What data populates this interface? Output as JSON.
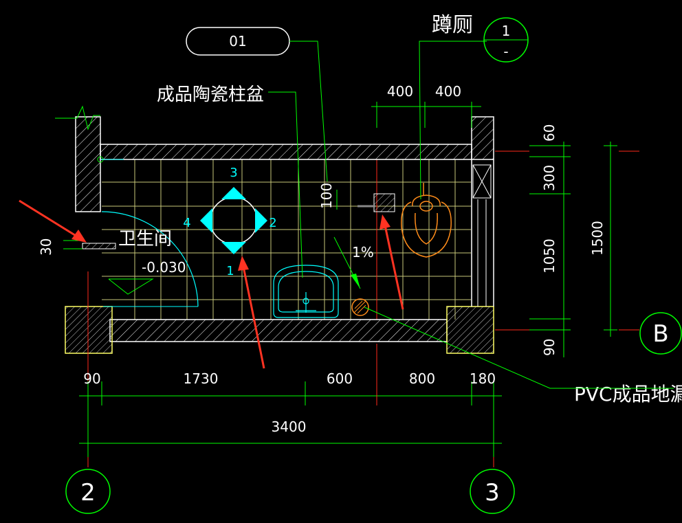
{
  "labels": {
    "room_name": "卫生间",
    "floor_level": "-0.030",
    "basin": "成品陶瓷柱盆",
    "toilet": "蹲厕",
    "floor_drain": "PVC成品地漏",
    "slope": "1%",
    "tag": "01"
  },
  "dimensions": {
    "bottom": [
      "90",
      "1730",
      "600",
      "800",
      "180"
    ],
    "total": "3400",
    "right": [
      "60",
      "300",
      "1050",
      "90"
    ],
    "right_total": "1500",
    "top": [
      "400",
      "400"
    ],
    "toilet_offset": "100",
    "step_30": "30"
  },
  "axes": {
    "grid_2": "2",
    "grid_3": "3",
    "grid_b": "B",
    "detail_num": "1",
    "detail_sheet": "-"
  },
  "view_marker": [
    "1",
    "2",
    "3",
    "4"
  ],
  "colors": {
    "background": "#000000",
    "wall": "#ffffff",
    "dimension": "#00ff00",
    "tile": "#c8c87a",
    "cyan": "#00ffff",
    "orange": "#ff8c1a",
    "red": "#ff2a1a",
    "arrow": "#ff3322"
  }
}
